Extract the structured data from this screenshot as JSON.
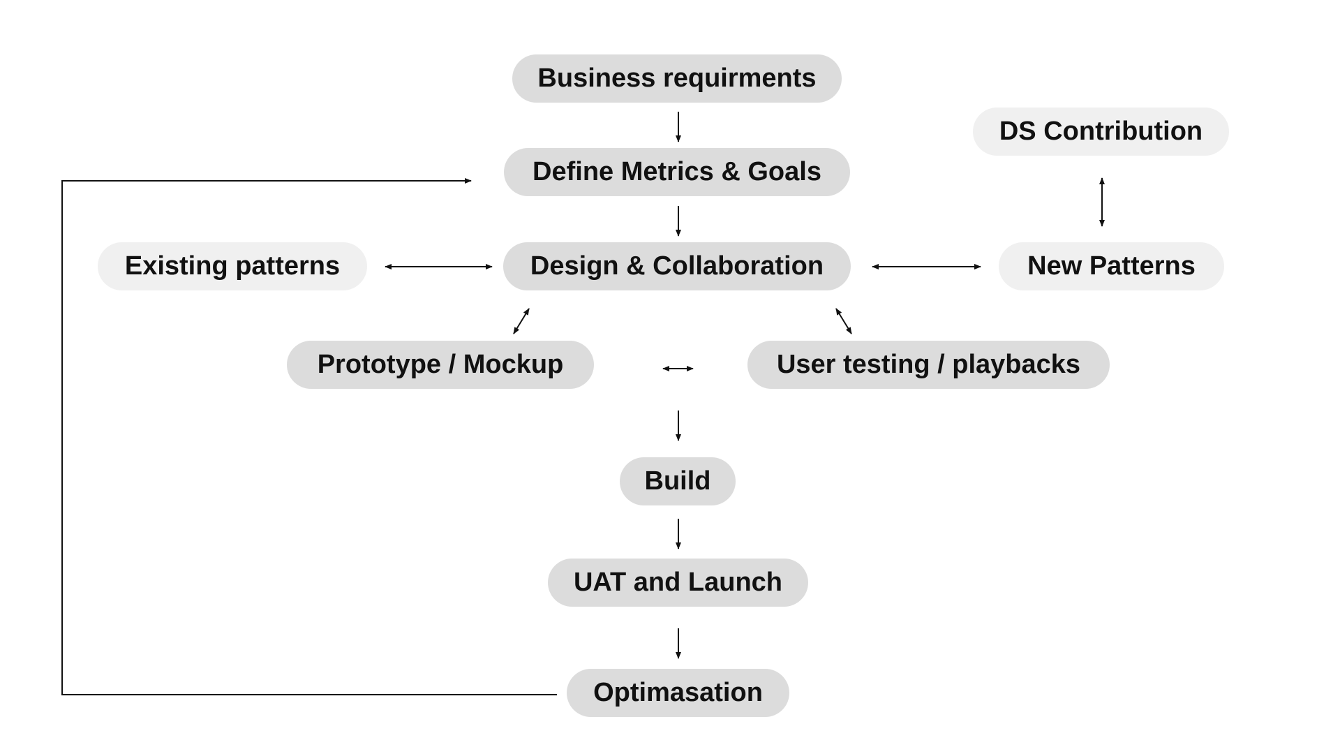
{
  "diagram": {
    "nodes": {
      "business_requirements": "Business requirments",
      "define_metrics_goals": "Define Metrics & Goals",
      "design_collaboration": "Design & Collaboration",
      "existing_patterns": "Existing patterns",
      "new_patterns": "New Patterns",
      "ds_contribution": "DS Contribution",
      "prototype_mockup": "Prototype / Mockup",
      "user_testing": "User testing / playbacks",
      "build": "Build",
      "uat_launch": "UAT and Launch",
      "optimasation": "Optimasation"
    },
    "colors": {
      "primary_node": "#dcdcdc",
      "secondary_node": "#f0f0f0",
      "text": "#111111",
      "connector": "#111111"
    }
  }
}
